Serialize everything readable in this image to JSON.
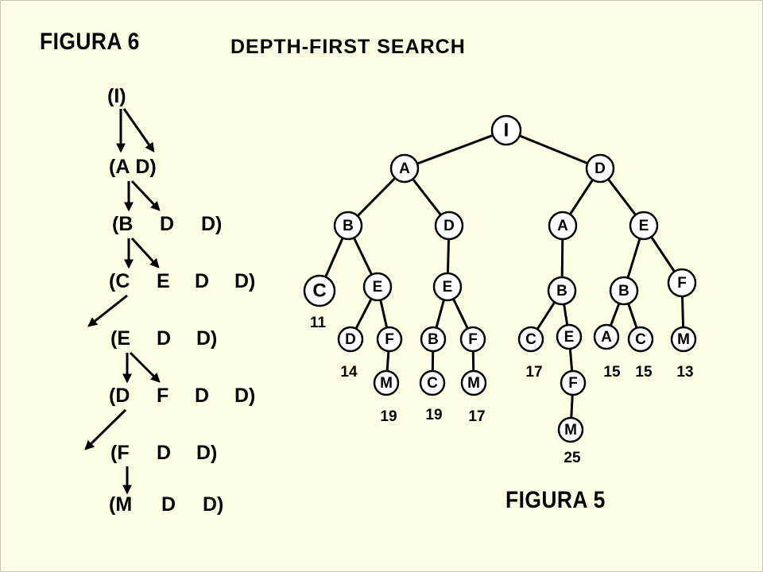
{
  "titles": {
    "figura6": "FIGURA 6",
    "main": "DEPTH-FIRST SEARCH",
    "figura5": "FIGURA 5"
  },
  "queue_steps": [
    [
      "(I)"
    ],
    [
      "(A",
      "D)"
    ],
    [
      "(B",
      "D",
      "D)"
    ],
    [
      "(C",
      "E",
      "D",
      "D)"
    ],
    [
      "(E",
      "D",
      "D)"
    ],
    [
      "(D",
      "F",
      "D",
      "D)"
    ],
    [
      "(F",
      "D",
      "D)"
    ],
    [
      "(M",
      "D",
      "D)"
    ]
  ],
  "tree": {
    "nodes": [
      {
        "id": "I",
        "label": "I"
      },
      {
        "id": "A1",
        "label": "A"
      },
      {
        "id": "D1",
        "label": "D"
      },
      {
        "id": "B1",
        "label": "B"
      },
      {
        "id": "D2",
        "label": "D"
      },
      {
        "id": "A2",
        "label": "A"
      },
      {
        "id": "E1",
        "label": "E"
      },
      {
        "id": "C1",
        "label": "C",
        "cost": "11"
      },
      {
        "id": "E2",
        "label": "E"
      },
      {
        "id": "E3",
        "label": "E"
      },
      {
        "id": "B2",
        "label": "B"
      },
      {
        "id": "B3",
        "label": "B"
      },
      {
        "id": "F1",
        "label": "F"
      },
      {
        "id": "D3",
        "label": "D",
        "cost": "14"
      },
      {
        "id": "F2",
        "label": "F"
      },
      {
        "id": "B4",
        "label": "B"
      },
      {
        "id": "F3",
        "label": "F"
      },
      {
        "id": "C2",
        "label": "C",
        "cost": "17"
      },
      {
        "id": "E4",
        "label": "E"
      },
      {
        "id": "A3",
        "label": "A",
        "cost": "15"
      },
      {
        "id": "C3",
        "label": "C",
        "cost": "15"
      },
      {
        "id": "M1",
        "label": "M",
        "cost": "13"
      },
      {
        "id": "M2",
        "label": "M",
        "cost": "19"
      },
      {
        "id": "C4",
        "label": "C",
        "cost": "19"
      },
      {
        "id": "M3",
        "label": "M",
        "cost": "17"
      },
      {
        "id": "F4",
        "label": "F"
      },
      {
        "id": "M4",
        "label": "M",
        "cost": "25"
      }
    ],
    "edges": [
      [
        "I",
        "A1"
      ],
      [
        "I",
        "D1"
      ],
      [
        "A1",
        "B1"
      ],
      [
        "A1",
        "D2"
      ],
      [
        "D1",
        "A2"
      ],
      [
        "D1",
        "E1"
      ],
      [
        "B1",
        "C1"
      ],
      [
        "B1",
        "E2"
      ],
      [
        "D2",
        "E3"
      ],
      [
        "A2",
        "B2"
      ],
      [
        "E1",
        "B3"
      ],
      [
        "E1",
        "F1"
      ],
      [
        "E2",
        "D3"
      ],
      [
        "E2",
        "F2"
      ],
      [
        "E3",
        "B4"
      ],
      [
        "E3",
        "F3"
      ],
      [
        "B2",
        "C2"
      ],
      [
        "B2",
        "E4"
      ],
      [
        "B3",
        "A3"
      ],
      [
        "B3",
        "C3"
      ],
      [
        "F1",
        "M1"
      ],
      [
        "F2",
        "M2"
      ],
      [
        "B4",
        "C4"
      ],
      [
        "F3",
        "M3"
      ],
      [
        "E4",
        "F4"
      ],
      [
        "F4",
        "M4"
      ]
    ]
  }
}
